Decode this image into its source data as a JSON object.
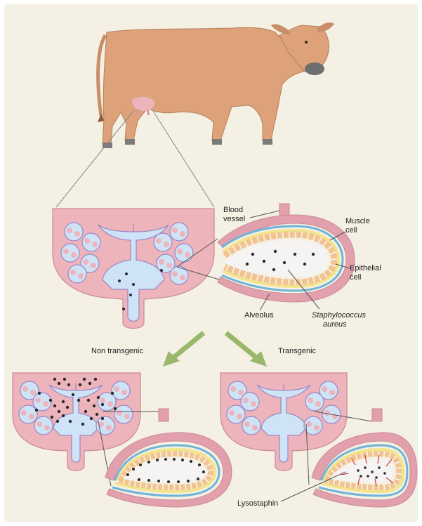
{
  "labels": {
    "blood_vessel_line1": "Blood",
    "blood_vessel_line2": "vessel",
    "muscle_cell_line1": "Muscle",
    "muscle_cell_line2": "cell",
    "epithelial_cell_line1": "Epithelial",
    "epithelial_cell_line2": "cell",
    "alveolus": "Alveolus",
    "staph_line1": "Staphylococcus",
    "staph_line2": "aureus",
    "non_transgenic": "Non transgenic",
    "transgenic": "Transgenic",
    "lysostaphin": "Lysostaphin"
  },
  "colors": {
    "background": "#f4f0e4",
    "cow_body": "#dda27a",
    "cow_outline": "#8a5a3c",
    "udder_pink": "#eeb4bc",
    "gland_blue": "#cfe3f6",
    "muscle_orange": "#f3c38f",
    "epithelial_yellow": "#f2e48a",
    "vessel_pink": "#e2a0ad",
    "bacteria": "#2b2b2b",
    "arrow_green": "#9ab76c",
    "lysostaphin_red": "#d23a3a"
  },
  "icons": [
    "cow-illustration",
    "udder-cross-section-icon",
    "alveolus-icon",
    "arrow-icon"
  ]
}
